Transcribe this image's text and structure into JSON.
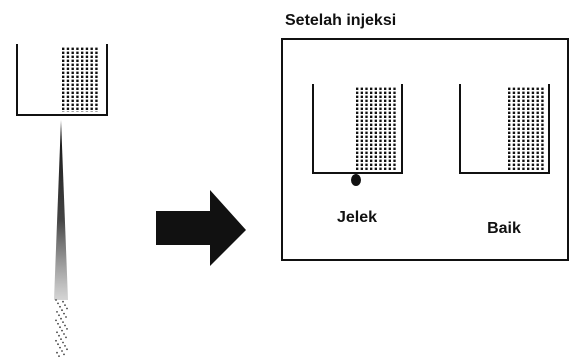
{
  "title": "Setelah injeksi",
  "labels": {
    "bad": "Jelek",
    "good": "Baik"
  },
  "colors": {
    "ink": "#111111",
    "background": "#ffffff"
  },
  "icons": {
    "arrow": "right-arrow-icon",
    "spray": "injection-spray-icon",
    "drop": "droplet-icon"
  }
}
